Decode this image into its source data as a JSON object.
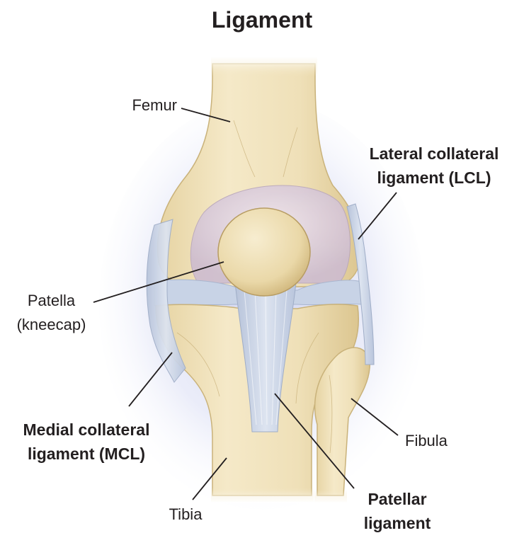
{
  "title": "Ligament",
  "labels": {
    "femur": "Femur",
    "lcl_line1": "Lateral collateral",
    "lcl_line2": "ligament (LCL)",
    "patella_line1": "Patella",
    "patella_line2": "(kneecap)",
    "mcl_line1": "Medial collateral",
    "mcl_line2": "ligament (MCL)",
    "fibula": "Fibula",
    "tibia": "Tibia",
    "patellar_line1": "Patellar",
    "patellar_line2": "ligament"
  },
  "colors": {
    "bone": "#f0e2bd",
    "bone_shadow": "#d9c48f",
    "cartilage": "#ddd0de",
    "ligament": "#c9d3e4",
    "halo": "#c8cdee",
    "leader": "#231f20"
  }
}
